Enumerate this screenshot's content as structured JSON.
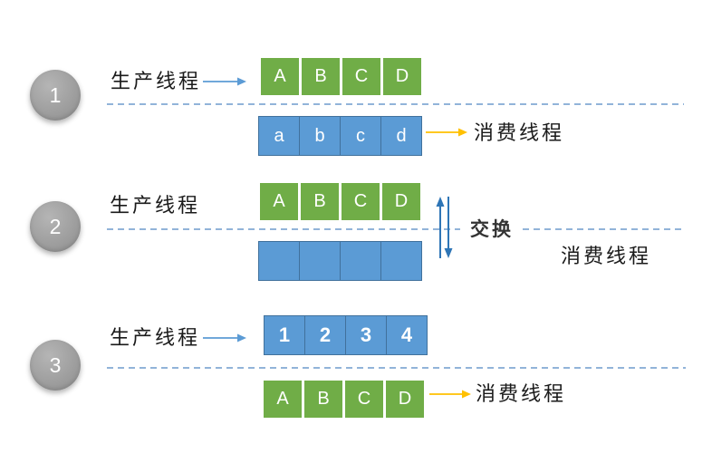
{
  "diagram_title": "producer-consumer double-buffer exchange diagram",
  "colors": {
    "green_cell": "#70AD47",
    "blue_cell": "#5B9BD5",
    "blue_cell_border": "#41719C",
    "dashed_line": "#7EA6D2",
    "producer_arrow": "#5B9BD5",
    "consumer_arrow": "#FFC000",
    "swap_arrows": "#2E75B6",
    "step_circle": "#9E9E9E",
    "cell_text": "#FFFFFF"
  },
  "sections": [
    {
      "number": "1",
      "producer_label": "生产线程",
      "consumer_label": "消费线程",
      "top_row": {
        "color": "green",
        "cells": [
          "A",
          "B",
          "C",
          "D"
        ]
      },
      "bottom_row": {
        "color": "blue",
        "cells": [
          "a",
          "b",
          "c",
          "d"
        ]
      }
    },
    {
      "number": "2",
      "producer_label": "生产线程",
      "swap_label": "交换",
      "consumer_label": "消费线程",
      "top_row": {
        "color": "green",
        "cells": [
          "A",
          "B",
          "C",
          "D"
        ]
      },
      "bottom_row": {
        "color": "blue",
        "cells": [
          "",
          "",
          "",
          ""
        ]
      }
    },
    {
      "number": "3",
      "producer_label": "生产线程",
      "consumer_label": "消费线程",
      "top_row": {
        "color": "blue",
        "cells": [
          "1",
          "2",
          "3",
          "4"
        ]
      },
      "bottom_row": {
        "color": "green",
        "cells": [
          "A",
          "B",
          "C",
          "D"
        ]
      }
    }
  ]
}
